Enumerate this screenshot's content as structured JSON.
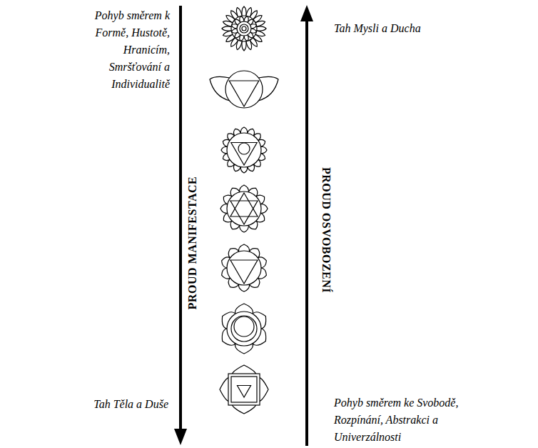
{
  "diagram": {
    "labels": [
      "Pohyb směrem k Formě, Hustotě, Hranicím, Smršťování a Individualitě",
      "Tah Mysli a Ducha",
      "PROUD MANIFESTACE",
      "PROUD OSVOBOZENÍ",
      "Tah Těla a Duše",
      "Pohyb směrem ke Svobodě, Rozpínání, Abstrakci a Univerzálnosti"
    ]
  }
}
